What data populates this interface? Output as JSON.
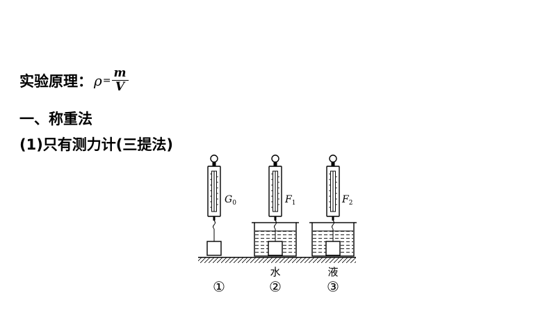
{
  "principle": {
    "label": "实验原理：",
    "formula_symbol": "ρ",
    "formula_eq": "=",
    "numerator": "m",
    "denominator": "V"
  },
  "method": {
    "title": "一、称重法"
  },
  "case": {
    "title": "(1)只有测力计(三提法)"
  },
  "figure": {
    "force_labels": [
      {
        "main": "G",
        "sub": "0"
      },
      {
        "main": "F",
        "sub": "1"
      },
      {
        "main": "F",
        "sub": "2"
      }
    ],
    "liquid_labels": [
      "水",
      "液"
    ],
    "step_labels": [
      "①",
      "②",
      "③"
    ]
  }
}
